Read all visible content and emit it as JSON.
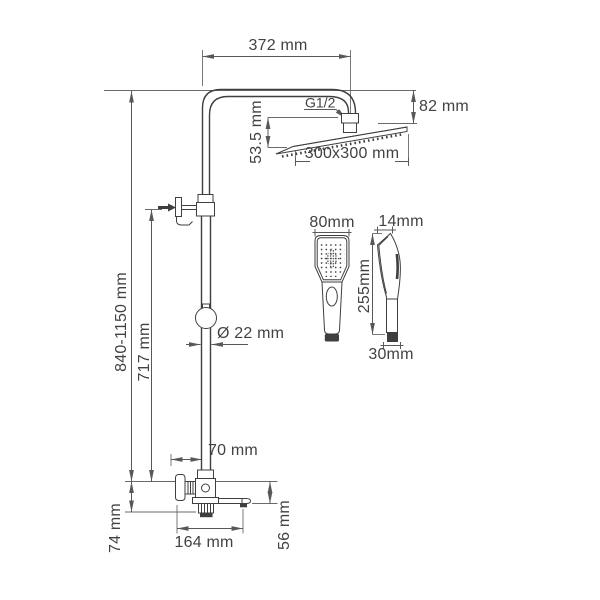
{
  "diagram": {
    "title": "shower-system-technical-drawing",
    "colors": {
      "line": "#3f3f3f",
      "dimension": "#585858",
      "background": "#ffffff"
    },
    "labels": {
      "top_width": "372 mm",
      "arm_height": "82 mm",
      "thread": "G1/2",
      "head_drop": "53.5 mm",
      "head_size": "300x300 mm",
      "total_height": "840-1150 mm",
      "column_height": "717 mm",
      "pipe_diameter": "Ø 22 mm",
      "handshower_width": "80mm",
      "handshower_depth": "14mm",
      "handshower_length": "255mm",
      "handshower_bottom": "30mm",
      "spout_offset": "70 mm",
      "mixer_height": "74 mm",
      "spout_height": "56 mm",
      "mixer_width": "164 mm"
    }
  }
}
